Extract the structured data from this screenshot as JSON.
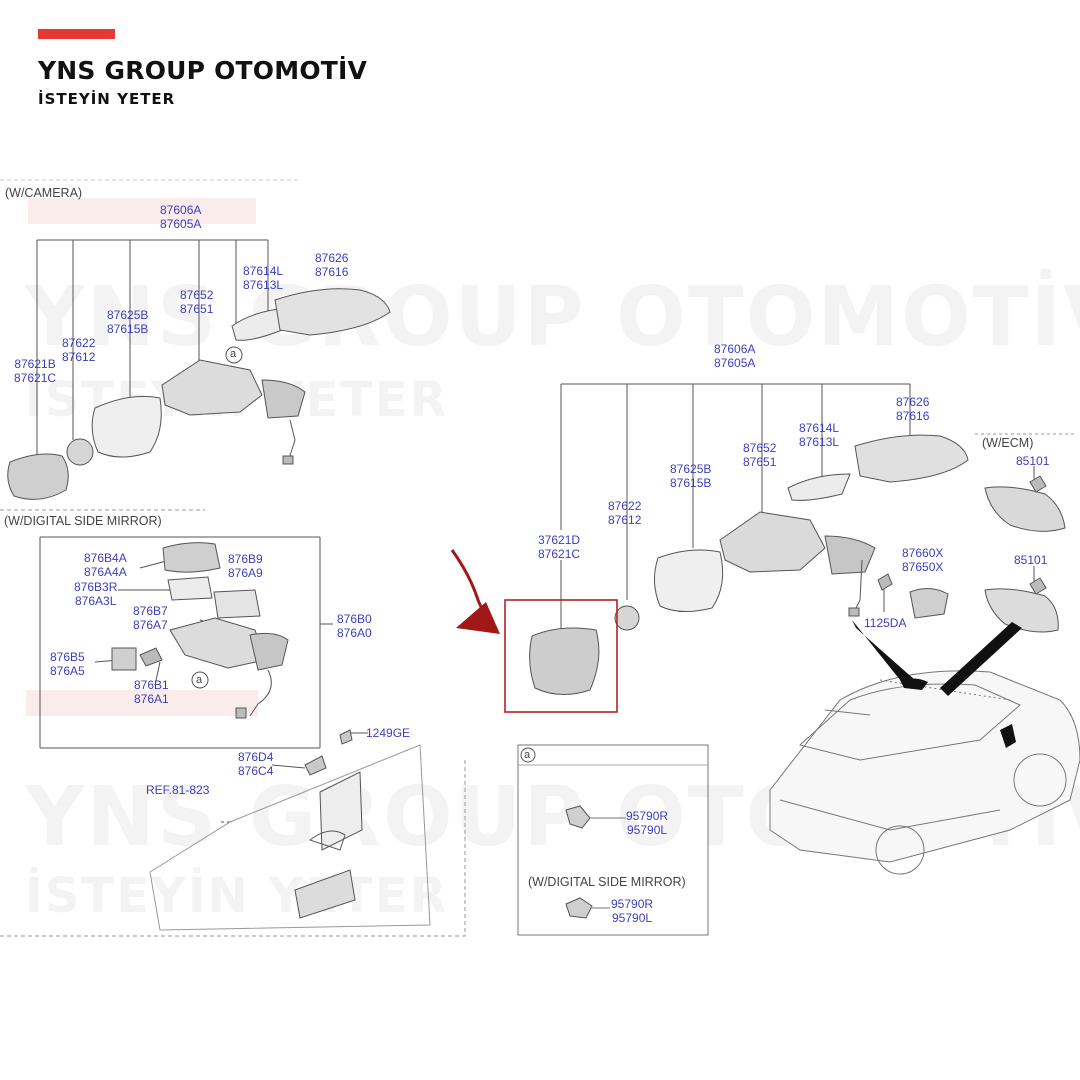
{
  "brand": {
    "name": "YNS GROUP OTOMOTİV",
    "tagline": "İSTEYİN YETER",
    "accent": "#e53935"
  },
  "watermark": {
    "name": "YNS GROUP OTOMOTİV",
    "tagline": "İSTEYİN YETER"
  },
  "diagram": {
    "left_top": {
      "caption": "(W/CAMERA)",
      "parts": {
        "p87606": [
          "87606A",
          "87605A"
        ],
        "p87626": [
          "87626",
          "87616"
        ],
        "p87614": [
          "87614L",
          "87613L"
        ],
        "p87652": [
          "87652",
          "87651"
        ],
        "p87625": [
          "87625B",
          "87615B"
        ],
        "p87622": [
          "87622",
          "87612"
        ],
        "p87621": [
          "87621B",
          "87621C"
        ]
      },
      "callout": "a"
    },
    "left_bottom": {
      "caption": "(W/DIGITAL SIDE MIRROR)",
      "parts": {
        "p876B4": [
          "876B4A",
          "876A4A"
        ],
        "p876B9": [
          "876B9",
          "876A9"
        ],
        "p876B3": [
          "876B3R",
          "876A3L"
        ],
        "p876B7": [
          "876B7",
          "876A7"
        ],
        "p876B0": [
          "876B0",
          "876A0"
        ],
        "p876B5": [
          "876B5",
          "876A5"
        ],
        "p876B1": [
          "876B1",
          "876A1"
        ],
        "p876D4": [
          "876D4",
          "876C4"
        ],
        "p1249": "1249GE",
        "ref": "REF.81-823"
      },
      "callout": "a"
    },
    "right": {
      "parts": {
        "p87606": [
          "87606A",
          "87605A"
        ],
        "p87626": [
          "87626",
          "87616"
        ],
        "p87614": [
          "87614L",
          "87613L"
        ],
        "p87652": [
          "87652",
          "87651"
        ],
        "p87625": [
          "87625B",
          "87615B"
        ],
        "p87622": [
          "87622",
          "87612"
        ],
        "p87621": [
          "37621D",
          "87621C"
        ],
        "p87660": [
          "87660X",
          "87650X"
        ],
        "p1125": "1125DA"
      },
      "ecm_caption": "(W/ECM)",
      "p85101_a": "85101",
      "p85101_b": "85101"
    },
    "detail_box": {
      "callout": "a",
      "p95790_a": [
        "95790R",
        "95790L"
      ],
      "caption": "(W/DIGITAL SIDE MIRROR)",
      "p95790_b": [
        "95790R",
        "95790L"
      ]
    }
  },
  "colors": {
    "part_number": "#3d3dc2",
    "highlight": "#b22222",
    "arrow": "#a01818"
  }
}
